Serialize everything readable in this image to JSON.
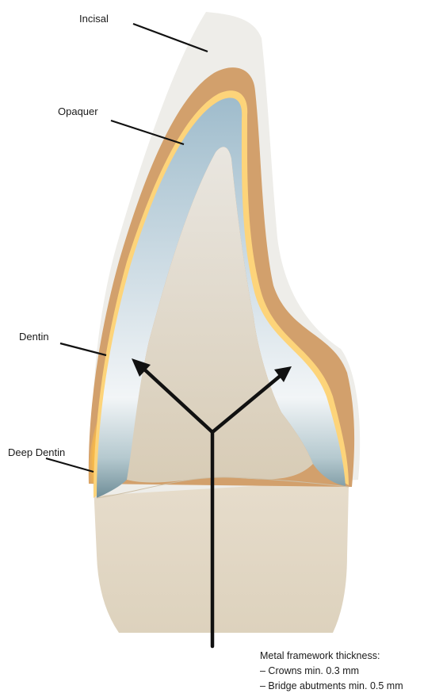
{
  "labels": {
    "incisal": "Incisal",
    "opaquer": "Opaquer",
    "dentin": "Dentin",
    "deep_dentin": "Deep Dentin"
  },
  "note": {
    "title": "Metal framework thickness:",
    "line1": "– Crowns min. 0.3 mm",
    "line2": "– Bridge abutments min. 0.5 mm"
  }
}
